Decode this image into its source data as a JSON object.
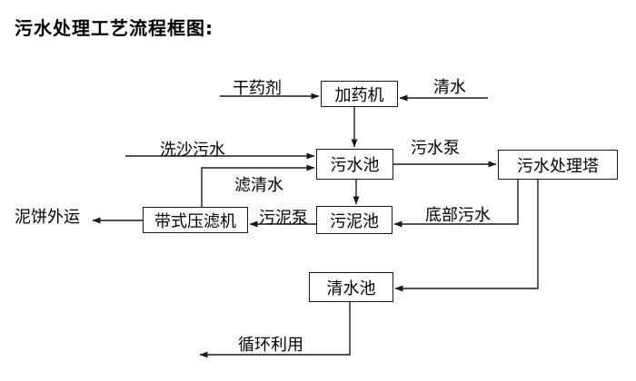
{
  "title": "污水处理工艺流程框图:",
  "diagram": {
    "nodes": {
      "dosing": {
        "label": "加药机"
      },
      "sewage_pool": {
        "label": "污水池"
      },
      "treatment_tower": {
        "label": "污水处理塔"
      },
      "sludge_pool": {
        "label": "污泥池"
      },
      "belt_press": {
        "label": "带式压滤机"
      },
      "clean_pool": {
        "label": "清水池"
      }
    },
    "edge_labels": {
      "dry_agent": "干药剂",
      "clean_water": "清水",
      "sand_wash_sewage": "洗沙污水",
      "filtered_water": "滤清水",
      "sewage_pump": "污水泵",
      "bottom_sewage": "底部污水",
      "sludge_pump": "污泥泵",
      "mud_cake_out": "泥饼外运",
      "recycle": "循环利用"
    },
    "colors": {
      "line": "#1a1a1a",
      "text": "#000000",
      "background": "#ffffff"
    }
  }
}
